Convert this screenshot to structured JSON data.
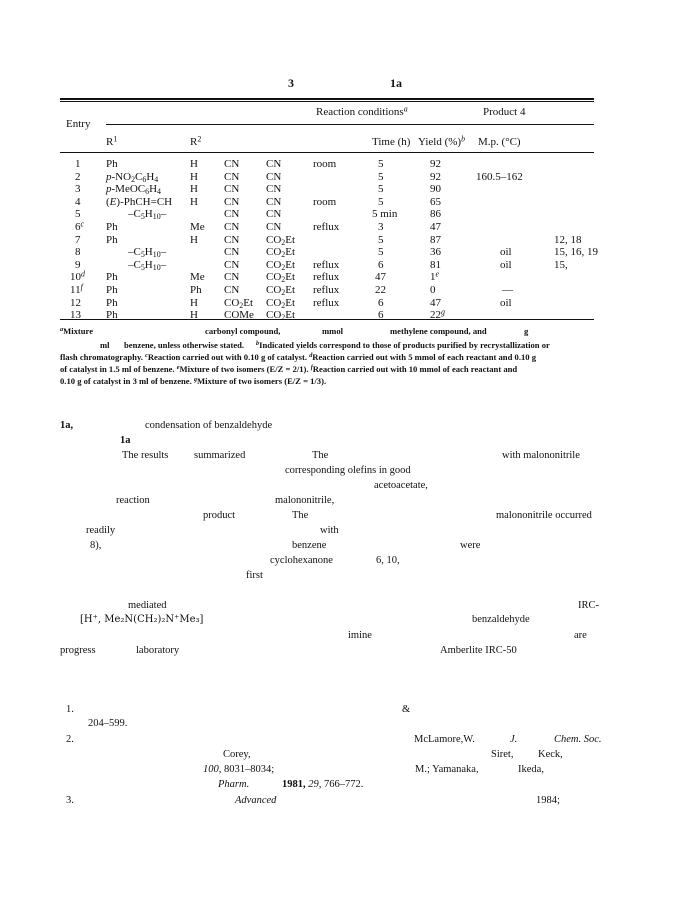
{
  "table_header": {
    "left": "3",
    "right": "1a"
  },
  "columns": {
    "entry": "Entry",
    "reaction_conditions": "Reaction conditions",
    "reaction_conditions_note": "a",
    "product": "Product 4",
    "r1": "R",
    "r1_sup": "1",
    "r2": "R",
    "r2_sup": "2",
    "time": "Time (h)",
    "yield": "Yield (%)",
    "yield_note": "b",
    "mp": "M.p. (°C)"
  },
  "rows": [
    {
      "entry": "1",
      "r1": "Ph",
      "r2": "H",
      "x": "CN",
      "y": "CN",
      "cond": "room",
      "time": "5",
      "yield": "92",
      "mp": "",
      "ref": ""
    },
    {
      "entry": "2",
      "r1": "p-NO2C6H4",
      "r2": "H",
      "x": "CN",
      "y": "CN",
      "cond": "",
      "time": "5",
      "yield": "92",
      "mp": "160.5–162",
      "ref": ""
    },
    {
      "entry": "3",
      "r1": "p-MeOC6H4",
      "r2": "H",
      "x": "CN",
      "y": "CN",
      "cond": "",
      "time": "5",
      "yield": "90",
      "mp": "",
      "ref": ""
    },
    {
      "entry": "4",
      "r1": "(E)-PhCH=CH",
      "r2": "H",
      "x": "CN",
      "y": "CN",
      "cond": "room",
      "time": "5",
      "yield": "65",
      "mp": "",
      "ref": ""
    },
    {
      "entry": "5",
      "r1": "–C5H10–",
      "r2": "",
      "x": "CN",
      "y": "CN",
      "cond": "",
      "time": "5 min",
      "yield": "86",
      "mp": "",
      "ref": ""
    },
    {
      "entry": "6",
      "entry_note": "c",
      "r1": "Ph",
      "r2": "Me",
      "x": "CN",
      "y": "CN",
      "cond": "reflux",
      "time": "3",
      "yield": "47",
      "mp": "",
      "ref": ""
    },
    {
      "entry": "7",
      "r1": "Ph",
      "r2": "H",
      "x": "CN",
      "y": "CO2Et",
      "cond": "",
      "time": "5",
      "yield": "87",
      "mp": "",
      "ref": "12, 18"
    },
    {
      "entry": "8",
      "r1": "–C5H10–",
      "r2": "",
      "x": "CN",
      "y": "CO2Et",
      "cond": "",
      "time": "5",
      "yield": "36",
      "mp": "oil",
      "ref": "15, 16, 19"
    },
    {
      "entry": "9",
      "r1": "–C5H10–",
      "r2": "",
      "x": "CN",
      "y": "CO2Et",
      "cond": "reflux",
      "time": "6",
      "yield": "81",
      "mp": "oil",
      "ref": "15,"
    },
    {
      "entry": "10",
      "entry_note": "d",
      "r1": "Ph",
      "r2": "Me",
      "x": "CN",
      "y": "CO2Et",
      "cond": "reflux",
      "time": "47",
      "yield": "1",
      "yield_note": "e",
      "mp": "",
      "ref": ""
    },
    {
      "entry": "11",
      "entry_note": "f",
      "r1": "Ph",
      "r2": "Ph",
      "x": "CN",
      "y": "CO2Et",
      "cond": "reflux",
      "time": "22",
      "yield": "0",
      "mp": "—",
      "ref": ""
    },
    {
      "entry": "12",
      "r1": "Ph",
      "r2": "H",
      "x": "CO2Et",
      "y": "CO2Et",
      "cond": "reflux",
      "time": "6",
      "yield": "47",
      "mp": "oil",
      "ref": ""
    },
    {
      "entry": "13",
      "r1": "Ph",
      "r2": "H",
      "x": "COMe",
      "y": "CO2Et",
      "cond": "",
      "time": "6",
      "yield": "22",
      "yield_note": "g",
      "mp": "",
      "ref": ""
    }
  ],
  "footnotes": {
    "line1_a": "Mixture",
    "line1_b": "carbonyl compound,",
    "line1_c": "mmol",
    "line1_d": "methylene compound, and",
    "line1_e": "g",
    "line2_a": "ml",
    "line2_b": "benzene, unless otherwise stated.",
    "line2_c": "Indicated yields correspond to those of products purified by recrystallization or",
    "line3_a": "flash chromatography.",
    "line3_b": "Reaction carried out with 0.10 g of catalyst.",
    "line3_c": "Reaction carried out with 5 mmol of each reactant and 0.10 g",
    "line4_a": "of catalyst in 1.5 ml of benzene.",
    "line4_b": "Mixture of two isomers (E/Z = 2/1).",
    "line4_c": "Reaction carried out with 10 mmol of each reactant and",
    "line5_a": "0.10 g of catalyst in 3 ml of benzene.",
    "line5_b": "Mixture of two isomers (E/Z = 1/3)."
  },
  "body": {
    "p1_a": "1a,",
    "p1_b": "condensation of benzaldehyde",
    "p2_a": "1a",
    "p3_a": "The results",
    "p3_b": "summarized",
    "p3_c": "The",
    "p3_d": "with malononitrile",
    "p4_a": "corresponding olefins in good",
    "p5_a": "acetoacetate,",
    "p6_a": "reaction",
    "p6_b": "malononitrile,",
    "p7_a": "product",
    "p7_b": "The",
    "p7_c": "malononitrile occurred",
    "p8_a": "readily",
    "p8_b": "with",
    "p9_a": "8),",
    "p9_b": "benzene",
    "p9_c": "were",
    "p10_a": "cyclohexanone",
    "p10_b": "6, 10,",
    "p11_a": "first",
    "p12_a": "mediated",
    "p12_b": "IRC-",
    "p13_a": "[H⁺, Me₂N(CH₂)₂N⁺Me₃]",
    "p13_b": "benzaldehyde",
    "p14_a": "imine",
    "p14_b": "are",
    "p15_a": "progress",
    "p15_b": "laboratory",
    "p15_c": "Amberlite IRC-50"
  },
  "references": {
    "r1_num": "1.",
    "r1_amp": "&",
    "r1_pages": "204–599.",
    "r2_num": "2.",
    "r2_a": "McLamore,W.",
    "r2_b": "J.",
    "r2_c": "Chem. Soc.",
    "r2_d": "Corey,",
    "r2_e": "Siret,",
    "r2_f": "Keck,",
    "r2_g": "100",
    "r2_h": ", 8031–8034;",
    "r2_i": "M.; Yamanaka,",
    "r2_j": "Ikeda,",
    "r2_k": "Pharm.",
    "r2_l": "1981,",
    "r2_m": "29",
    "r2_n": ", 766–772.",
    "r3_num": "3.",
    "r3_a": "Advanced",
    "r3_b": "1984;"
  }
}
